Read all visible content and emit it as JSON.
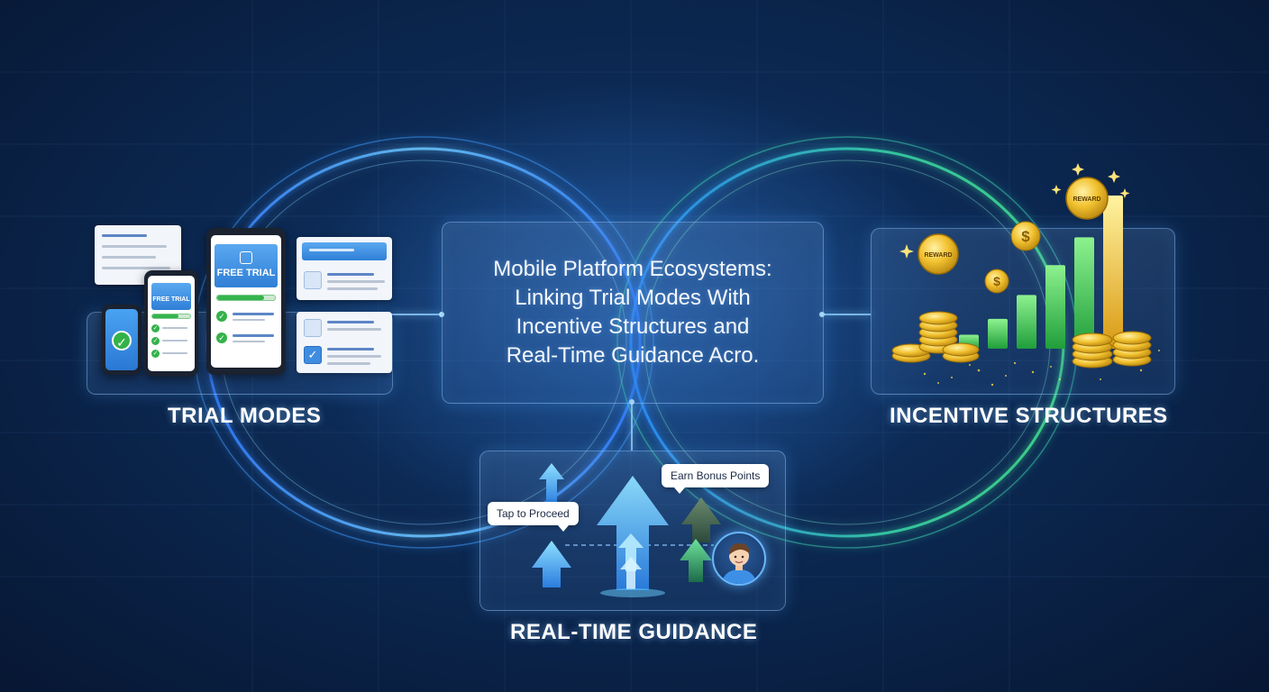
{
  "center": {
    "title_lines": [
      "Mobile Platform Ecosystems:",
      "Linking Trial Modes With",
      "Incentive Structures and",
      "Real-Time Guidance Acro."
    ]
  },
  "sections": {
    "trial": "TRIAL MODES",
    "incentive": "INCENTIVE STRUCTURES",
    "guidance": "REAL-TIME GUIDANCE"
  },
  "trial_visual": {
    "banner_large": "FREE TRIAL",
    "banner_small": "FREE TRIAL"
  },
  "incentive_visual": {
    "coin_label": "REWARD",
    "currency_symbol": "$",
    "bar_levels": [
      0.07,
      0.15,
      0.27,
      0.42,
      0.56,
      0.77
    ]
  },
  "guidance_visual": {
    "bubble_tap": "Tap to Proceed",
    "bubble_earn": "Earn Bonus Points"
  },
  "colors": {
    "background": "#0c2a55",
    "glow_blue": "#3aa8ff",
    "glow_green": "#3fe0a0",
    "gold": "#f2c230",
    "bar_green": "#3ecf5a",
    "check_green": "#34b24a"
  }
}
